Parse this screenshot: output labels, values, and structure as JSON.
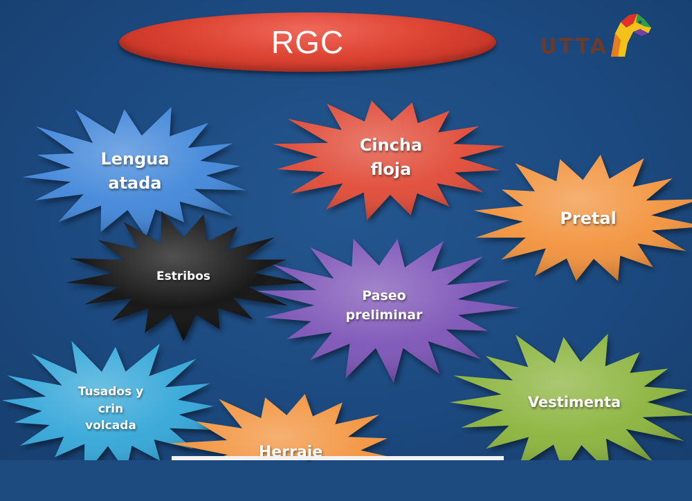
{
  "slide": {
    "title": "RGC",
    "logo_text": "UTTA",
    "bursts": [
      {
        "name": "burst-lengua-atada",
        "lines": [
          "Lengua",
          "atada"
        ],
        "color": "#3f86d9"
      },
      {
        "name": "burst-cincha-floja",
        "lines": [
          "Cincha",
          "floja"
        ],
        "color": "#e04a36"
      },
      {
        "name": "burst-pretal",
        "lines": [
          "Pretal"
        ],
        "color": "#f2923a"
      },
      {
        "name": "burst-estribos",
        "lines": [
          "Estribos"
        ],
        "color": "#0b0b0b"
      },
      {
        "name": "burst-paseo-preliminar",
        "lines": [
          "Paseo",
          "preliminar"
        ],
        "color": "#7b52b6"
      },
      {
        "name": "burst-tusados-crin-volcada",
        "lines": [
          "Tusados y",
          "crin",
          "volcada"
        ],
        "color": "#33a6d8"
      },
      {
        "name": "burst-herraje",
        "lines": [
          "Herraje"
        ],
        "color": "#f2923a"
      },
      {
        "name": "burst-vestimenta",
        "lines": [
          "Vestimenta"
        ],
        "color": "#8ab33a"
      }
    ]
  }
}
